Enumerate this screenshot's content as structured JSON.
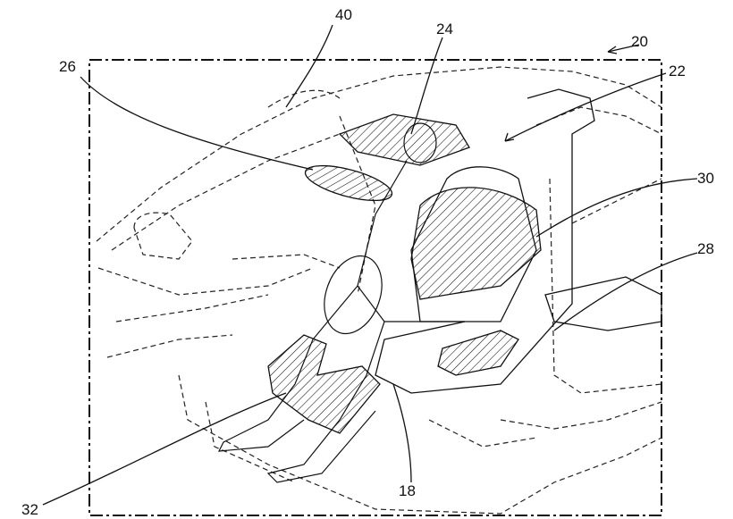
{
  "figure": {
    "labels": {
      "system": "20",
      "interior": "22",
      "airbag_roof": "24",
      "airbag_dash": "26",
      "seat_airbag": "30",
      "seat": "28",
      "leg_airbag": "32",
      "occupant": "18",
      "vehicle": "40"
    },
    "colors": {
      "ink": "#111111",
      "background": "#ffffff"
    }
  }
}
